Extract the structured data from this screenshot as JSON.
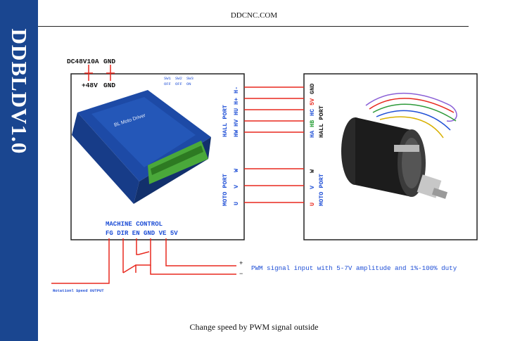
{
  "sidebar_title": "DDBLDV1.0",
  "header": {
    "site": "DDCNC.COM"
  },
  "caption": "Change speed by PWM signal outside",
  "power": {
    "supply": "DC48V10A",
    "gnd_top": "GND",
    "plus": "+48V",
    "gnd": "GND"
  },
  "switches": {
    "labels": [
      "SW1",
      "SW2",
      "SW3"
    ],
    "states": [
      "OFF",
      "OFF",
      "ON"
    ]
  },
  "driver": {
    "hall_port": "HALL PORT",
    "moto_port": "MOTO PORT",
    "hall_pins": [
      "H-",
      "H+",
      "HU",
      "HV",
      "HW"
    ],
    "moto_pins": [
      "W",
      "V",
      "U"
    ],
    "machine_control": "MACHINE CONTROL",
    "control_pins": "FG DIR EN GND VE 5V",
    "product_label": "BL Moto Driver"
  },
  "motor": {
    "hall_port": "HALL PORT",
    "moto_port": "MOTO PORT",
    "hall_pins": [
      "GND",
      "5V",
      "HC",
      "HB",
      "HA"
    ],
    "hall_colors": [
      "#222222",
      "#e8291f",
      "#1f4fd6",
      "#1f9a2e",
      "#1f4fd6"
    ],
    "moto_pins": [
      "W",
      "V",
      "U"
    ],
    "moto_colors": [
      "#222222",
      "#1f4fd6",
      "#e8291f"
    ]
  },
  "pwm": {
    "plus": "+",
    "minus": "−",
    "text": "PWM signal input with 5-7V amplitude and 1%-100% duty"
  },
  "fg_output": "Rotationl Speed OUTPUT",
  "colors": {
    "wire": "#e8291f",
    "driver_text": "#1f4fd6",
    "sidebar": "#1a4690"
  }
}
